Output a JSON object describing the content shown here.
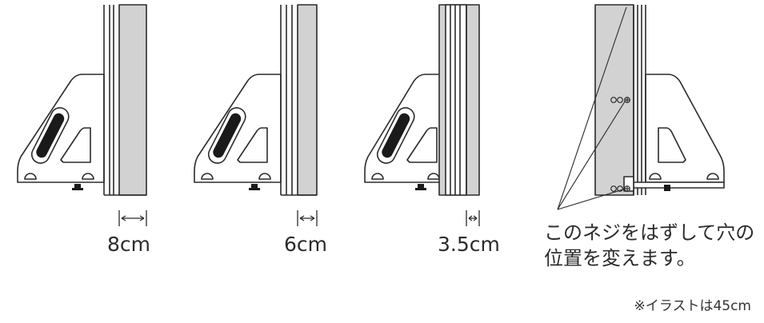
{
  "figures": [
    {
      "id": "fig-8cm",
      "width_label": "8cm"
    },
    {
      "id": "fig-6cm",
      "width_label": "6cm"
    },
    {
      "id": "fig-35cm",
      "width_label": "3.5cm"
    }
  ],
  "instruction": {
    "line1": "このネジをはずして穴の",
    "line2": "位置を変えます。"
  },
  "footnote": "※イラストは45cm",
  "colors": {
    "line": "#2b2b2b",
    "panel_fill": "#d2d2d2",
    "background": "#ffffff"
  }
}
